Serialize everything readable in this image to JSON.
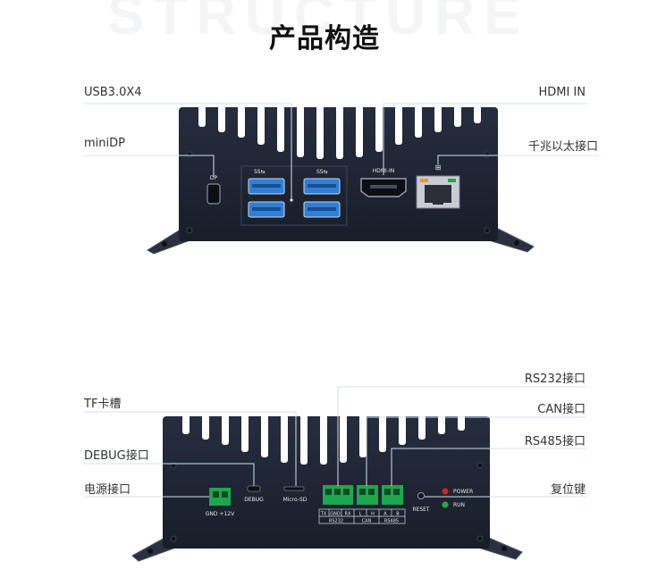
{
  "header": {
    "watermark": "STRUCTURE",
    "title": "产品构造"
  },
  "front_panel": {
    "callouts": {
      "usb": "USB3.0X4",
      "hdmi_in": "HDMI IN",
      "minidp": "miniDP",
      "ethernet": "千兆以太接口"
    },
    "port_labels": {
      "dp": "DP",
      "hdmi": "HDMI-IN"
    }
  },
  "back_panel": {
    "callouts": {
      "rs232": "RS232接口",
      "tf": "TF卡槽",
      "can": "CAN接口",
      "rs485": "RS485接口",
      "debug": "DEBUG接口",
      "power": "电源接口",
      "reset": "复位键"
    },
    "port_labels": {
      "power_terminal": "GND +12V",
      "debug": "DEBUG",
      "micro_sd": "Micro-SD",
      "reset": "RESET",
      "power_led": "POWER",
      "run_led": "RUN",
      "pins": [
        "TX",
        "GND",
        "RX",
        "L",
        "H",
        "A",
        "B"
      ],
      "groups": [
        "RS232",
        "CAN",
        "RS485"
      ]
    }
  },
  "colors": {
    "chassis": "#1e2434",
    "fins": "#151a26",
    "usb_blue": "#2f7fd6",
    "terminal_green": "#1fa64e",
    "led_red": "#c8281e",
    "led_green": "#27a844",
    "callout_line": "#cfe3ef"
  }
}
